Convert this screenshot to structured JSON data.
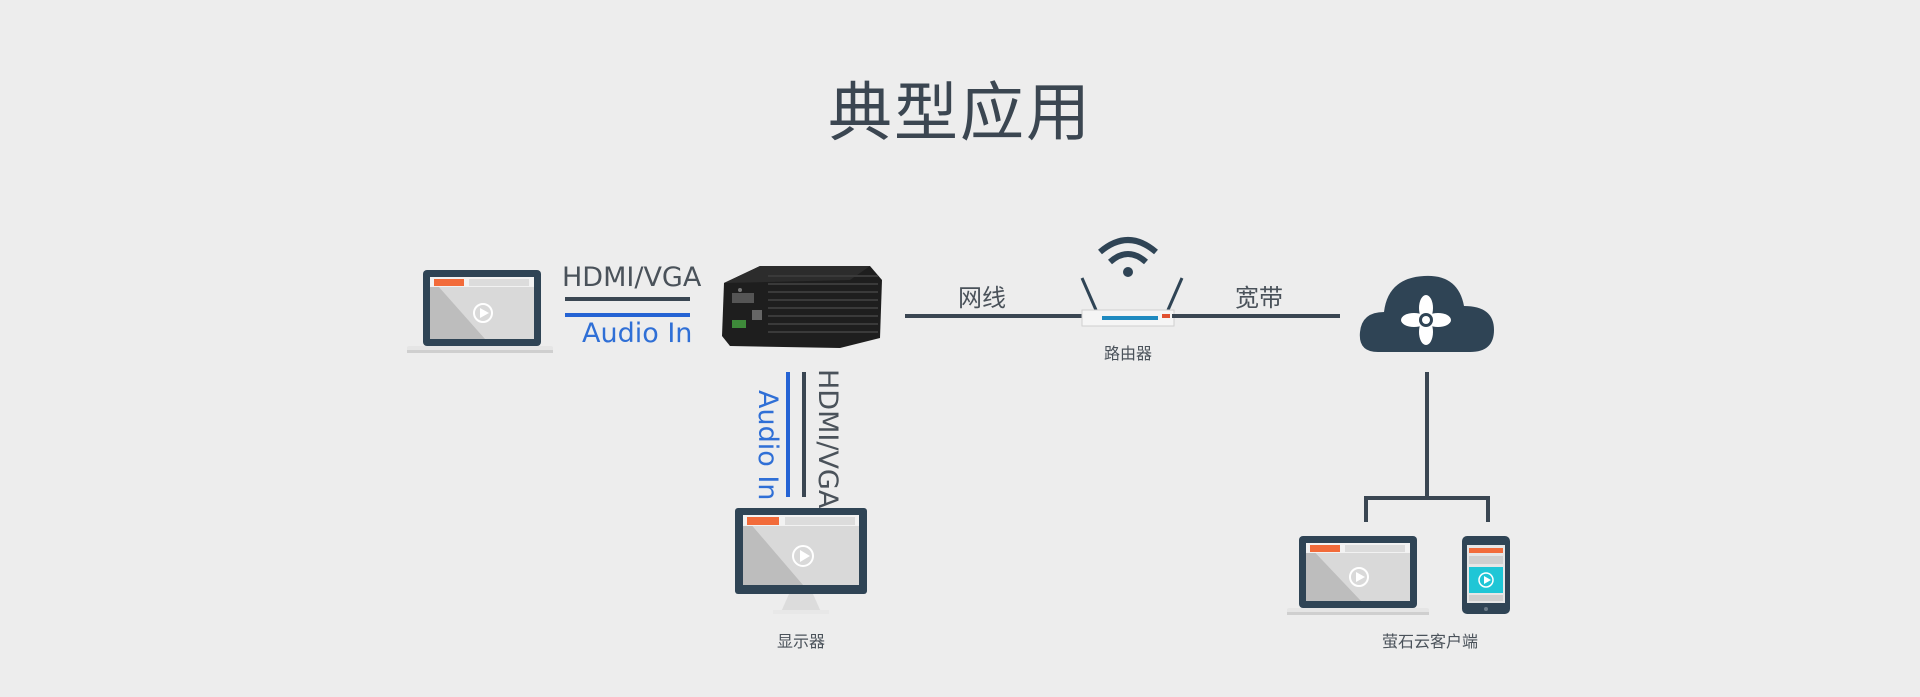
{
  "title": "典型应用",
  "labels": {
    "hdmi_vga_top": "HDMI/VGA",
    "audio_in_top": "Audio In",
    "hdmi_vga_vertical": "HDMI/VGA",
    "audio_in_vertical": "Audio In",
    "network_cable": "网线",
    "broadband": "宽带",
    "router": "路由器",
    "monitor": "显示器",
    "client": "萤石云客户端"
  },
  "colors": {
    "background": "#ededed",
    "dark": "#2f4455",
    "accent_blue": "#2563d4",
    "screen_orange": "#f26b3a",
    "tablet_cyan": "#1fc6d6"
  },
  "icons": [
    "laptop-icon",
    "encoder-box-icon",
    "wifi-router-icon",
    "cloud-icon",
    "monitor-icon",
    "client-laptop-icon",
    "tablet-icon"
  ]
}
